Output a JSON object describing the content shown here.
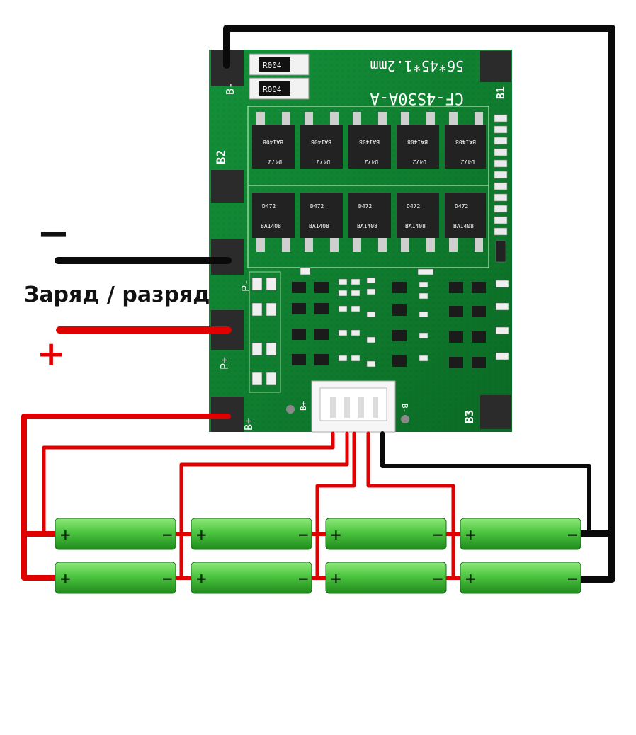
{
  "labels": {
    "minus_symbol": "−",
    "plus_symbol": "+",
    "caption": "Заряд / разряд"
  },
  "pcb": {
    "model": "CF-4S30A-A",
    "size": "56*45*1.2mm",
    "resistor": "R004",
    "mosfet_code_a": "D472",
    "mosfet_code_b": "BA1408",
    "pads": {
      "b_minus": "B-",
      "b2": "B2",
      "p_minus": "P-",
      "p_plus": "P+",
      "b_plus": "B+",
      "b1": "B1",
      "b3": "B3",
      "conn_b_plus": "B+",
      "conn_b_minus": "B-"
    }
  },
  "cells": {
    "plus_label": "+",
    "minus_label": "−"
  },
  "colors": {
    "pcb_green": "#0f7a2b",
    "wire_black": "#0a0a0a",
    "wire_red": "#e00000",
    "cell_green": "#49c742"
  }
}
